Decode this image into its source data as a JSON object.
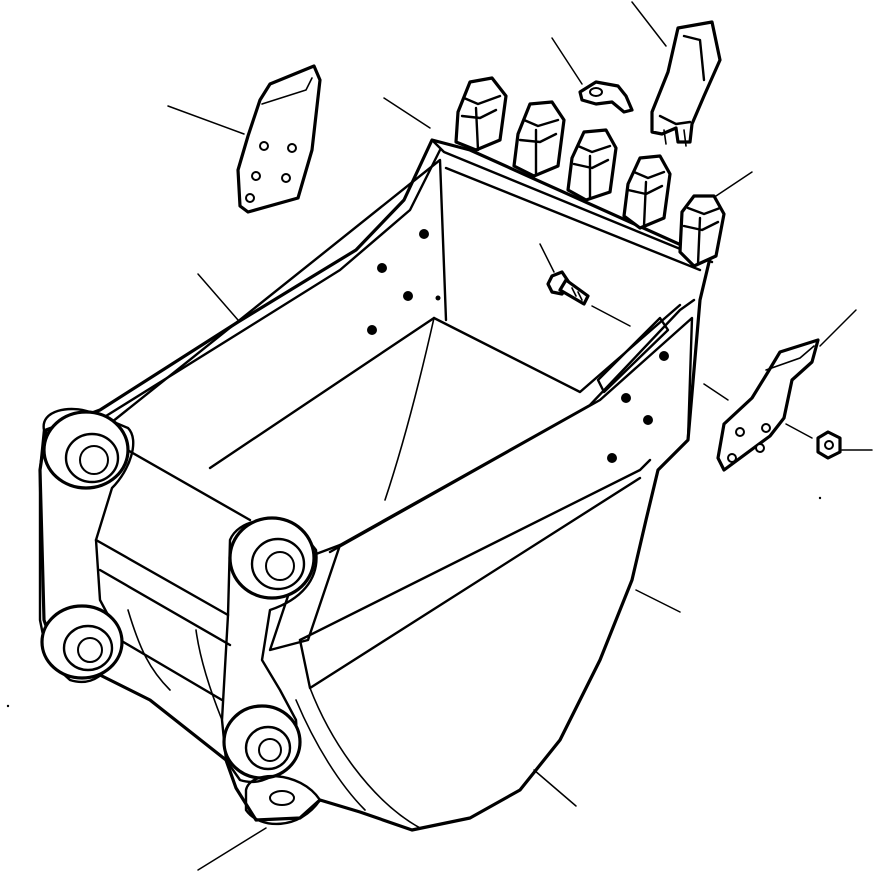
{
  "diagram": {
    "subject": "excavator-bucket-exploded-parts-view",
    "stroke_color": "#000000",
    "background_color": "#ffffff",
    "parts": [
      "bucket-body",
      "bucket-teeth",
      "tooth-adapter",
      "tooth-lock-pin",
      "side-cutter-left",
      "side-cutter-right",
      "cutter-bolt",
      "cutter-nut",
      "pin-bosses"
    ],
    "part_number_labels": []
  }
}
